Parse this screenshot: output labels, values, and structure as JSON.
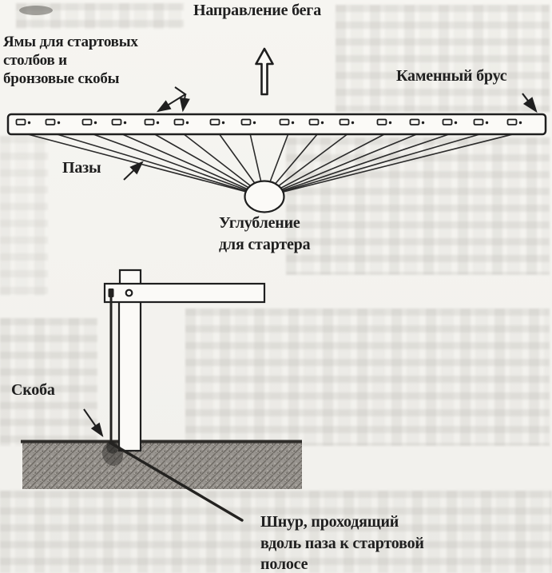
{
  "figure": {
    "direction_label": "Направление бега",
    "pits_label": {
      "lines": [
        "Ямы для стартовых",
        "столбов и",
        "бронзовые скобы"
      ]
    },
    "stone_beam_label": "Каменный брус",
    "grooves_label": "Пазы",
    "starter_recess_label": {
      "lines": [
        "Углубление",
        "для стартера"
      ]
    },
    "bracket_label": "Скоба",
    "cord_label": {
      "lines": [
        "Шнур, проходящий",
        "вдоль паза к стартовой",
        "полосе"
      ]
    },
    "beam": {
      "holes_count": 16
    },
    "colors": {
      "ink": "#1f1f1f",
      "paper": "#f4f3ef",
      "ground_gray": "#96938f"
    }
  }
}
